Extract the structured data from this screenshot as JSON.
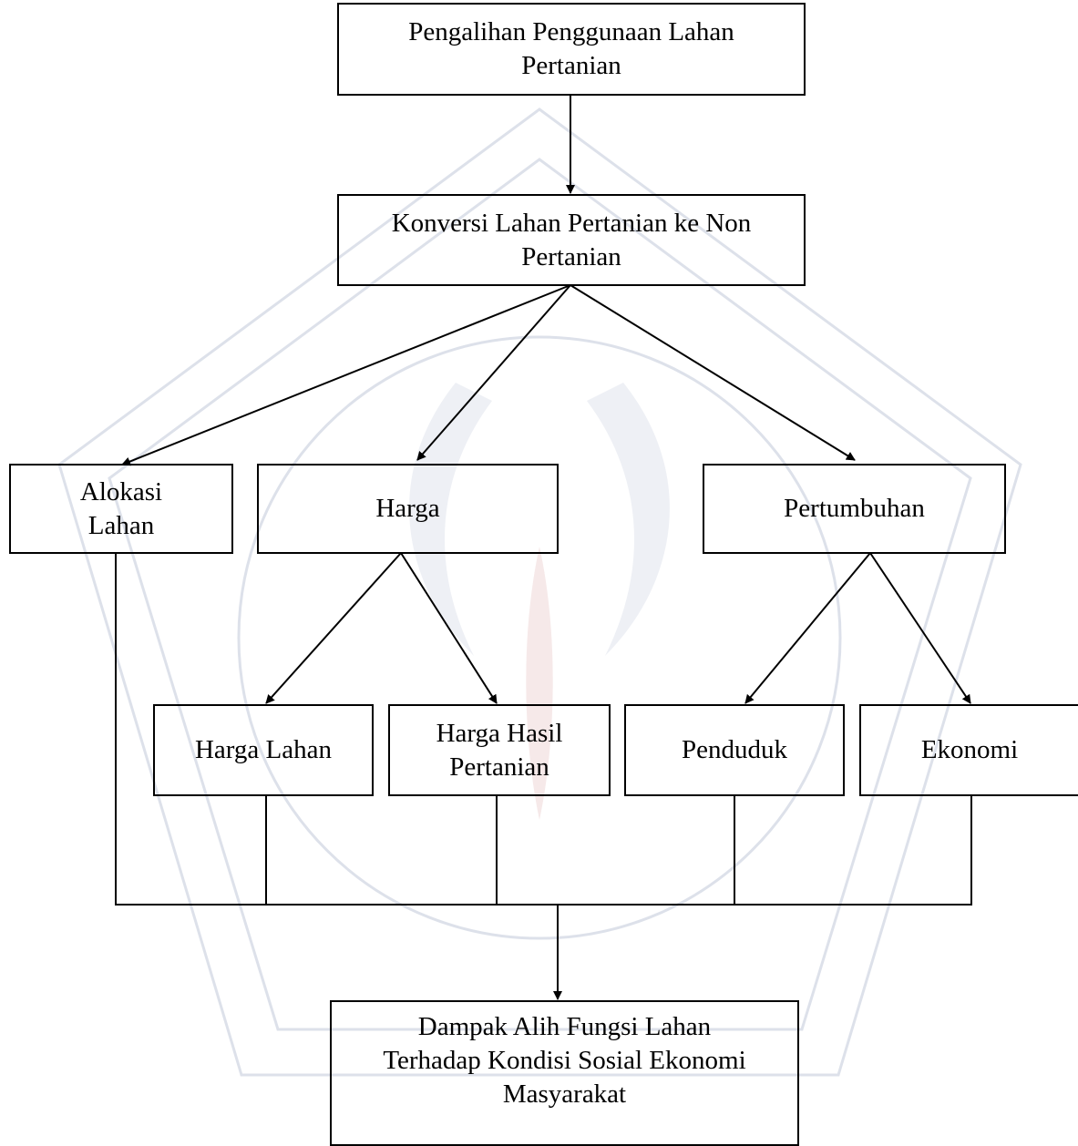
{
  "nodes": {
    "top": {
      "line1": "Pengalihan Penggunaan Lahan",
      "line2": "Pertanian"
    },
    "konversi": {
      "line1": "Konversi Lahan Pertanian ke Non",
      "line2": "Pertanian"
    },
    "alokasi": {
      "line1": "Alokasi",
      "line2": "Lahan"
    },
    "harga": {
      "label": "Harga"
    },
    "pertumbuhan": {
      "label": "Pertumbuhan"
    },
    "harga_lahan": {
      "label": "Harga Lahan"
    },
    "harga_hasil": {
      "line1": "Harga Hasil",
      "line2": "Pertanian"
    },
    "penduduk": {
      "label": "Penduduk"
    },
    "ekonomi": {
      "label": "Ekonomi"
    },
    "dampak": {
      "line1": "Dampak Alih Fungsi Lahan",
      "line2": "Terhadap Kondisi Sosial Ekonomi",
      "line3": "Masyarakat"
    }
  },
  "colors": {
    "line": "#000000",
    "watermark": "#d9dde6"
  }
}
